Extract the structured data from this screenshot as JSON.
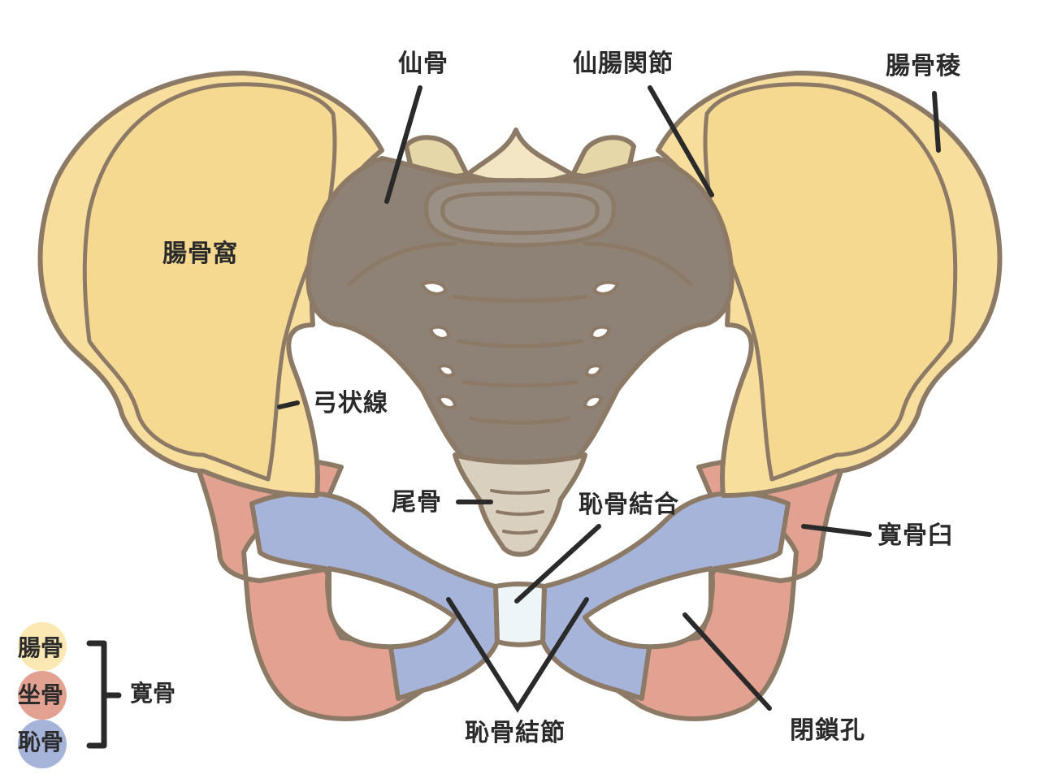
{
  "colors": {
    "ilium": "#f8de9d",
    "ilium_light": "#fbe8b3",
    "ischium": "#e3a191",
    "pubis": "#a6b4da",
    "sacrum": "#8d8275",
    "sacrum_top": "#a7a097",
    "coccyx": "#d9d0c0",
    "outline": "#8c7a66",
    "leader": "#2a2a2a",
    "symphysis": "#eef5f8"
  },
  "labels": {
    "sacrum": "仙骨",
    "sacroiliac_joint": "仙腸関節",
    "iliac_crest": "腸骨稜",
    "iliac_fossa": "腸骨窩",
    "arcuate_line": "弓状線",
    "coccyx": "尾骨",
    "pubic_symphysis": "恥骨結合",
    "acetabulum": "寛骨臼",
    "pubic_tubercle": "恥骨結節",
    "obturator_foramen": "閉鎖孔"
  },
  "legend": {
    "items": [
      {
        "label": "腸骨",
        "color": "#f8de9d"
      },
      {
        "label": "坐骨",
        "color": "#e3a191"
      },
      {
        "label": "恥骨",
        "color": "#a6b4da"
      }
    ],
    "group_label": "寛骨"
  }
}
